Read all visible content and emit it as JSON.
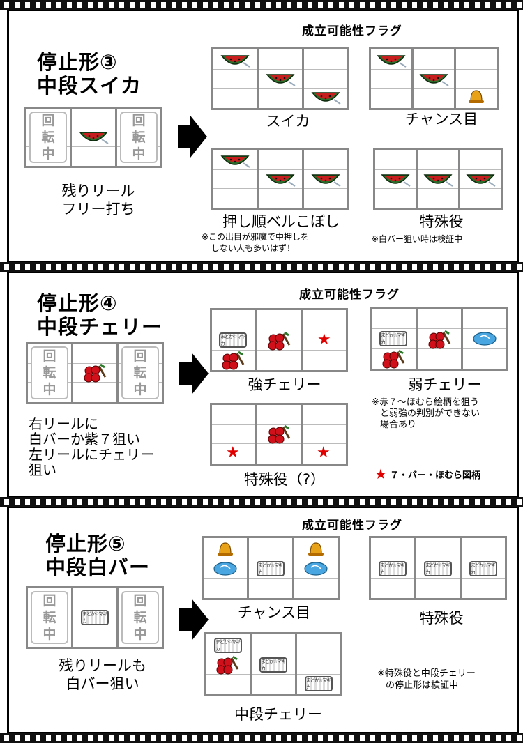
{
  "panel3": {
    "heading1": "停止形③",
    "heading2": "中段スイカ",
    "spin_text": [
      "回",
      "転",
      "中"
    ],
    "caption1": "残りリール",
    "caption2": "フリー打ち",
    "flags_title": "成立可能性フラグ",
    "options": {
      "suika": "スイカ",
      "chance": "チャンス目",
      "oshijun": "押し順ベルこぼし",
      "special": "特殊役"
    },
    "note_left1": "※この出目が邪魔で中押しを",
    "note_left2": "しない人も多いはず！",
    "note_right": "※白バー狙い時は検証中"
  },
  "panel4": {
    "heading1": "停止形④",
    "heading2": "中段チェリー",
    "spin_text": [
      "回",
      "転",
      "中"
    ],
    "caption1": "右リールに",
    "caption2": "白バーか紫７狙い",
    "caption3": "左リールにチェリー",
    "caption4": "狙い",
    "flags_title": "成立可能性フラグ",
    "options": {
      "strong": "強チェリー",
      "weak": "弱チェリー",
      "special": "特殊役（?）"
    },
    "note1": "※赤７〜ほむら絵柄を狙う",
    "note2": "と弱強の判別ができない",
    "note3": "場合あり",
    "legend_star": "★",
    "legend_text": "７・バー・ほむら図柄"
  },
  "panel5": {
    "heading1": "停止形⑤",
    "heading2": "中段白バー",
    "spin_text": [
      "回",
      "転",
      "中"
    ],
    "caption1": "残りリールも",
    "caption2": "白バー狙い",
    "flags_title": "成立可能性フラグ",
    "options": {
      "chance": "チャンス目",
      "special": "特殊役",
      "cherry": "中段チェリー"
    },
    "note1": "※特殊役と中段チェリー",
    "note2": "の停止形は検証中"
  },
  "symbols": {
    "bar_text": "まどか☆マギカ",
    "colors": {
      "cherry": "#d0101a",
      "watermelon": "#2c6e2a",
      "bell": "#e7a21a",
      "blue": "#4aa6e0",
      "star": "#e00000"
    }
  }
}
